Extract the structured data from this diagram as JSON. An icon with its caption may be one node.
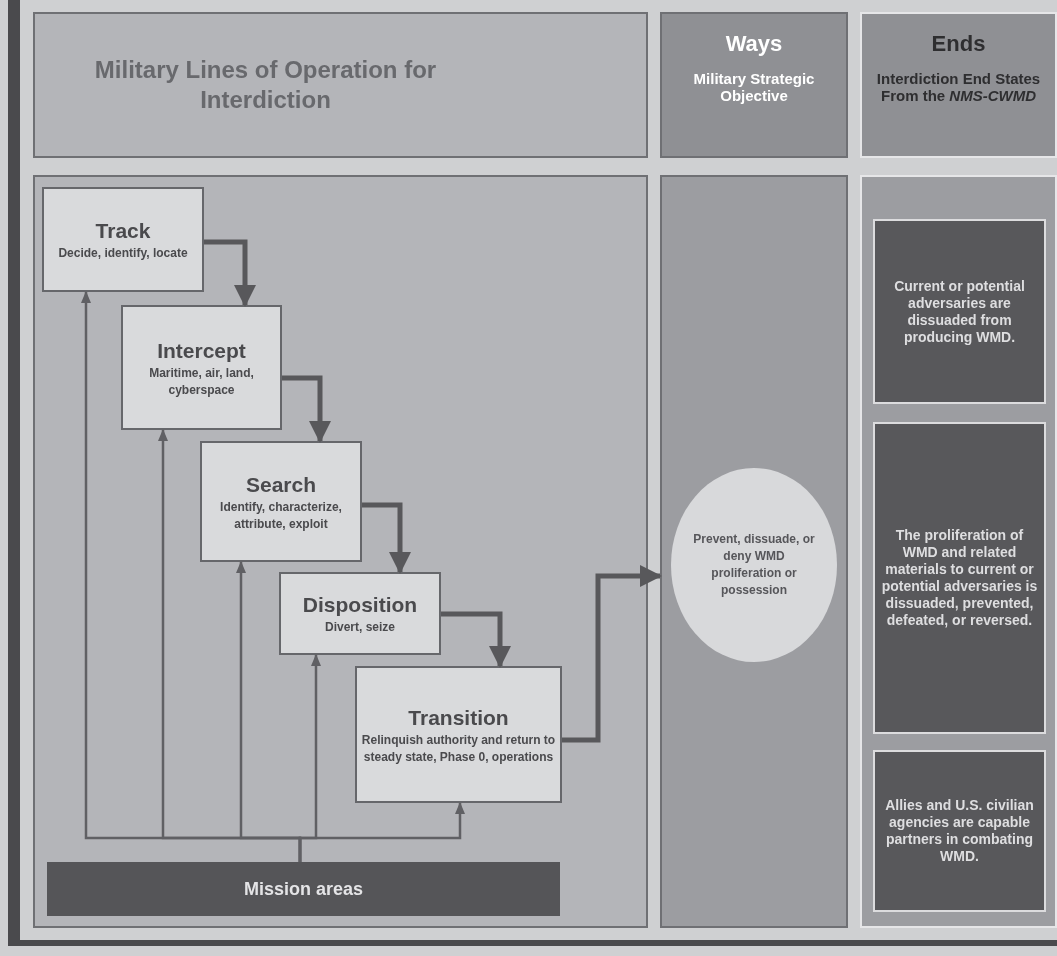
{
  "diagram": {
    "nodes": [
      {
        "text": [
          "Military Lines of Operation for Interdiction"
        ]
      },
      {
        "text": [
          "Ways",
          "Military Strategic Objective"
        ]
      },
      {
        "text": [
          "Ends",
          "Interdiction End States From the *NMS-CWMD*"
        ]
      },
      {
        "text": [],
        "shape": "box"
      },
      {
        "text": [
          "Track",
          "Decide, identify, locate"
        ],
        "in": 3
      },
      {
        "text": [
          "Intercept",
          "Maritime, air, land, cyberspace"
        ],
        "in": 3
      },
      {
        "text": [
          "Search",
          "Identify, characterize, attribute, exploit"
        ],
        "in": 3
      },
      {
        "text": [
          "Disposition",
          "Divert, seize"
        ],
        "in": 3
      },
      {
        "text": [
          "Transition",
          "Relinquish authority and return to steady state, Phase 0, operations"
        ],
        "in": 3
      },
      {
        "text": [
          "Mission areas"
        ],
        "in": 3
      },
      {
        "text": [],
        "shape": "box"
      },
      {
        "text": [
          "Prevent, dissuade, or deny WMD proliferation or possession"
        ],
        "in": 10
      },
      {
        "text": [],
        "shape": "box"
      },
      {
        "text": [
          "Current or potential adversaries are dissuaded from producing WMD."
        ],
        "in": 12
      },
      {
        "text": [
          "The proliferation of WMD and related materials to current or potential adversaries is dissuaded, prevented, defeated, or reversed."
        ],
        "in": 12
      },
      {
        "text": [
          "Allies and U.S. civilian agencies are capable partners in combating WMD."
        ],
        "in": 12
      }
    ],
    "edges": [
      {
        "from": 4,
        "to": 5,
        "arrow": "to",
        "style": "thick"
      },
      {
        "from": 5,
        "to": 6,
        "arrow": "to",
        "style": "thick"
      },
      {
        "from": 6,
        "to": 7,
        "arrow": "to",
        "style": "thick"
      },
      {
        "from": 7,
        "to": 8,
        "arrow": "to",
        "style": "thick"
      },
      {
        "from": 8,
        "to": 10,
        "arrow": "to",
        "style": "thick"
      },
      {
        "from": 9,
        "to": 4,
        "arrow": "to"
      },
      {
        "from": 9,
        "to": 5,
        "arrow": "to"
      },
      {
        "from": 9,
        "to": 6,
        "arrow": "to"
      },
      {
        "from": 9,
        "to": 7,
        "arrow": "to"
      },
      {
        "from": 9,
        "to": 8,
        "arrow": "to"
      }
    ]
  }
}
